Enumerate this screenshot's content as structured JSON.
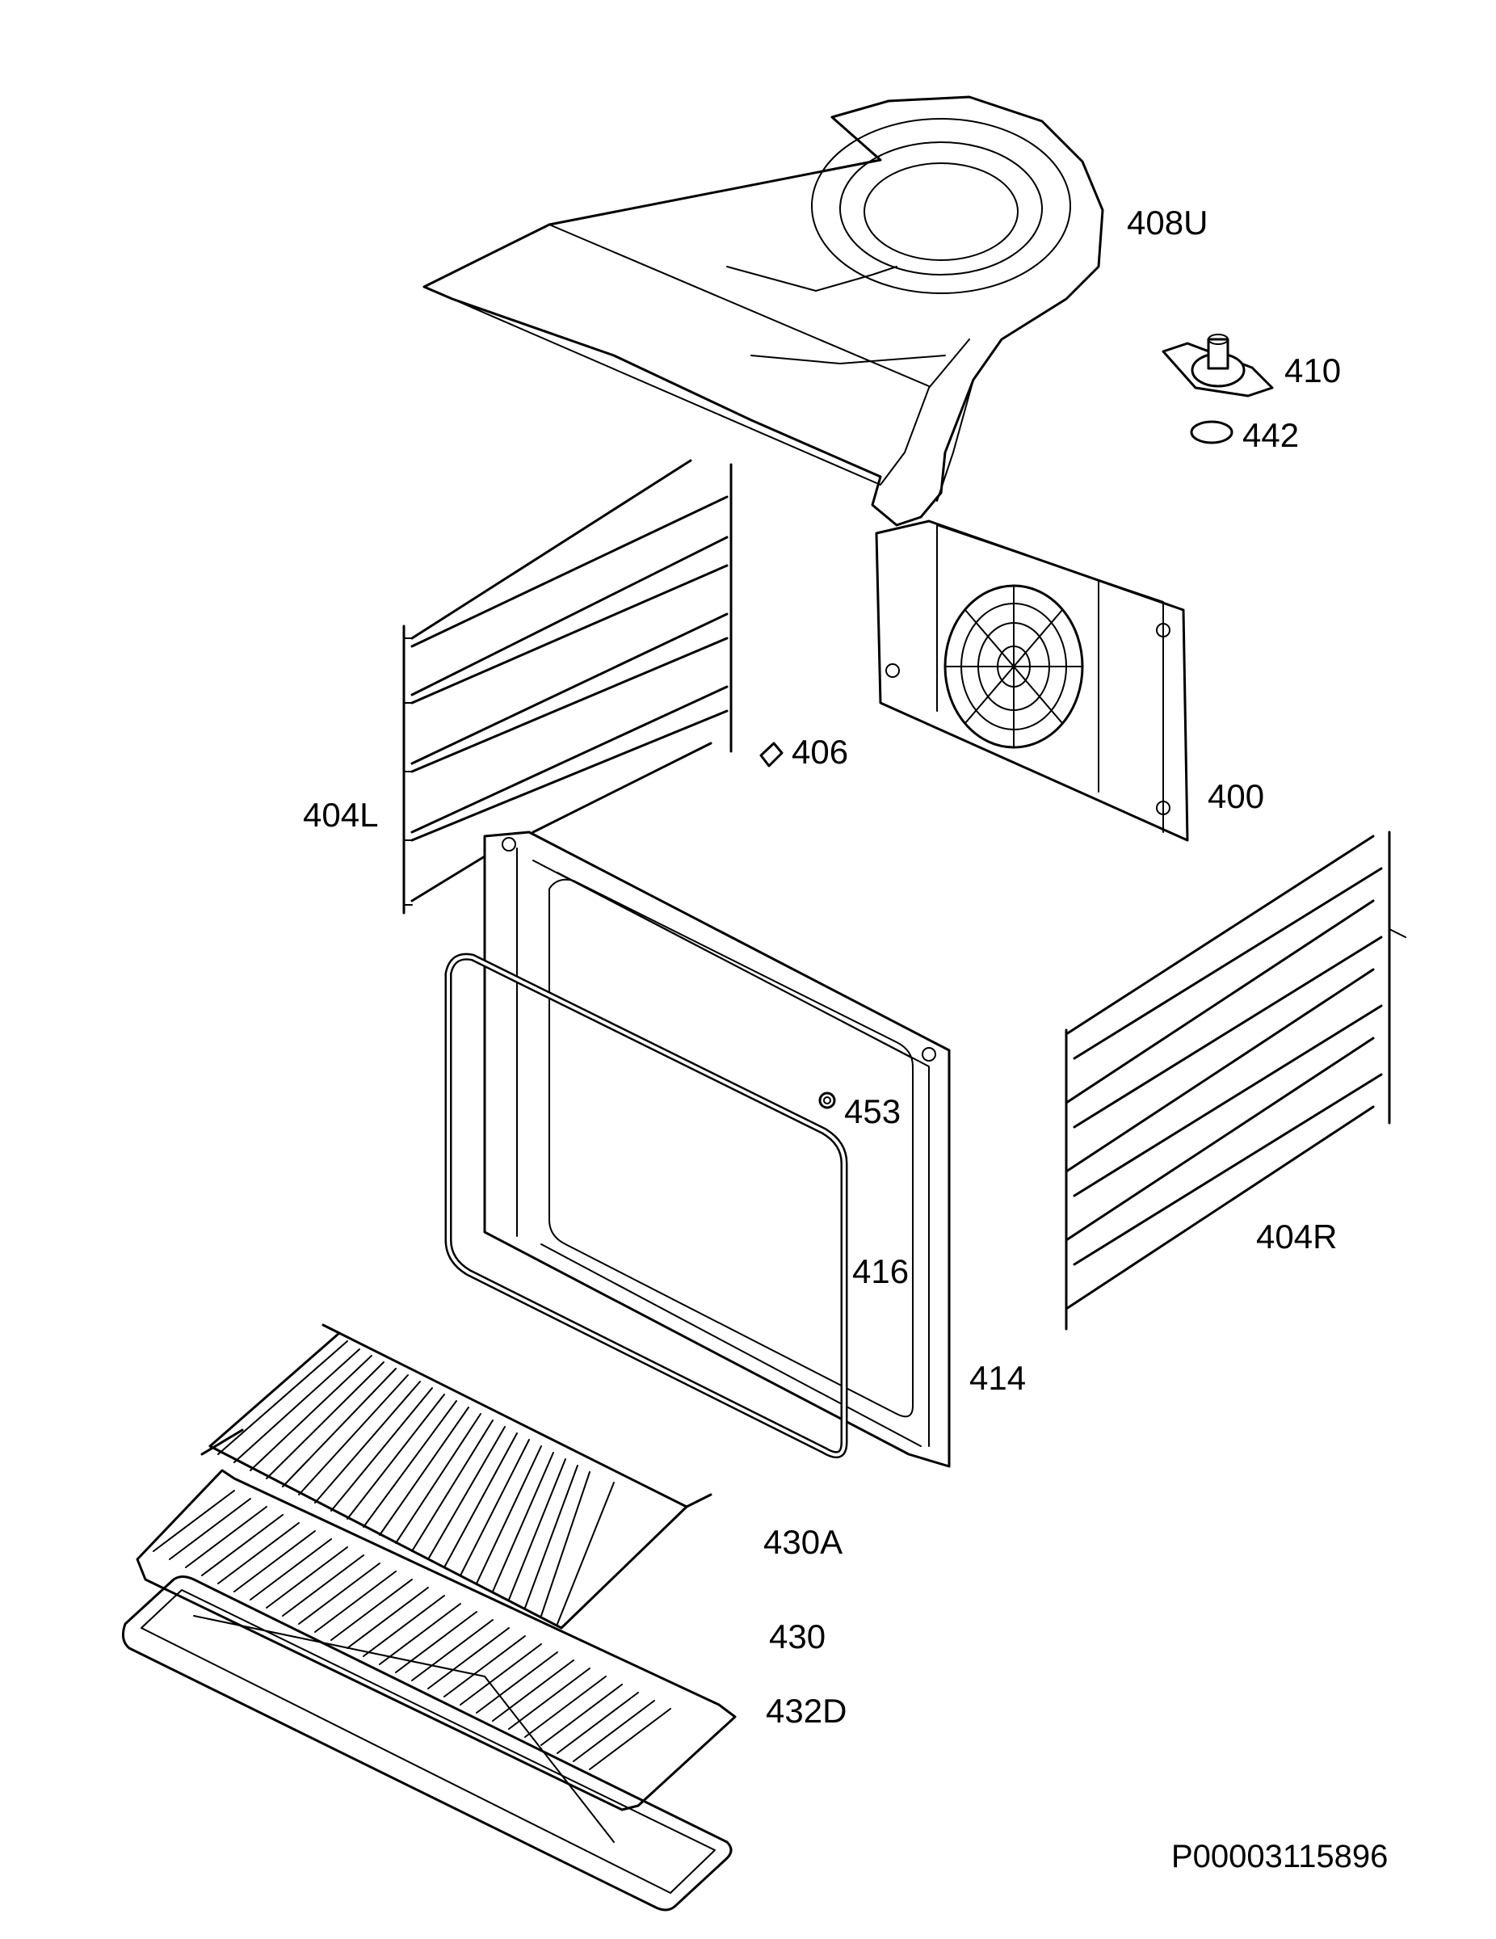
{
  "parts": [
    {
      "id": "408U",
      "label": "408U",
      "icon": "fan-cover-icon"
    },
    {
      "id": "410",
      "label": "410",
      "icon": "motor-mount-icon"
    },
    {
      "id": "442",
      "label": "442",
      "icon": "washer-icon"
    },
    {
      "id": "400",
      "label": "400",
      "icon": "back-panel-fan-icon"
    },
    {
      "id": "406",
      "label": "406",
      "icon": "clip-icon"
    },
    {
      "id": "404L",
      "label": "404L",
      "icon": "left-shelf-support-icon"
    },
    {
      "id": "404R",
      "label": "404R",
      "icon": "right-shelf-support-icon"
    },
    {
      "id": "453",
      "label": "453",
      "icon": "screw-icon"
    },
    {
      "id": "416",
      "label": "416",
      "icon": "door-gasket-icon"
    },
    {
      "id": "414",
      "label": "414",
      "icon": "front-frame-icon"
    },
    {
      "id": "430A",
      "label": "430A",
      "icon": "wire-rack-icon"
    },
    {
      "id": "430",
      "label": "430",
      "icon": "grill-rack-icon"
    },
    {
      "id": "432D",
      "label": "432D",
      "icon": "baking-tray-icon"
    }
  ],
  "diagram_code": "P00003115896"
}
